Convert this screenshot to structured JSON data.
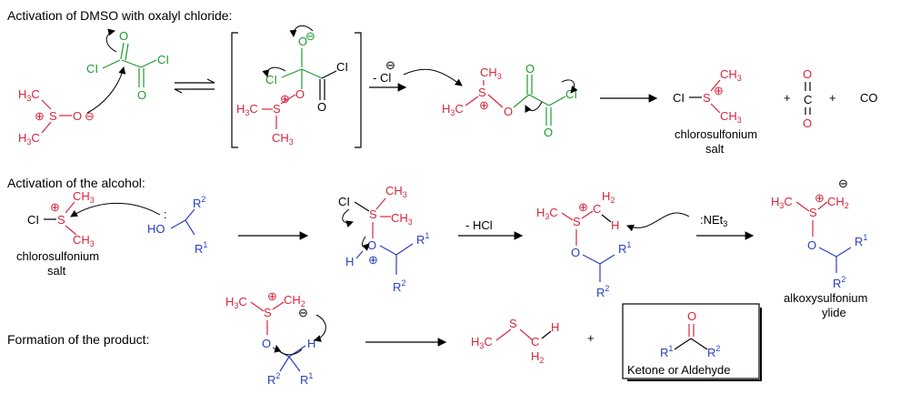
{
  "sections": {
    "dmso": "Activation of DMSO with oxalyl chloride:",
    "alcohol": "Activation of the alcohol:",
    "product": "Formation of the product:"
  },
  "reagents": {
    "minus_cl": "- Cl",
    "minus_hcl": "- HCl",
    "net3": ":NEt",
    "net3_sub": "3",
    "co": "CO",
    "plus": "+"
  },
  "atoms": {
    "h3c": "H",
    "h3c_sub": "3",
    "c": "C",
    "ch": "CH",
    "ch_sub": "3",
    "ch2_sub": "2",
    "s": "S",
    "o": "O",
    "cl": "Cl",
    "cl_cap": "CI",
    "h": "H",
    "hoh": "HO",
    "r": "R",
    "r1": "1",
    "r2": "2",
    "plus_sign": "⊕",
    "minus_sign": "⊖"
  },
  "labels": {
    "chlorosulfonium_1": "chlorosulfonium",
    "salt": "salt",
    "alkoxysulfonium": "alkoxysulfonium",
    "ylide": "ylide",
    "ketone": "Ketone or Aldehyde"
  },
  "colors": {
    "dmso_red": "#d7263d",
    "oxalyl_green": "#1f9a2e",
    "alcohol_blue": "#2a3fbf"
  }
}
